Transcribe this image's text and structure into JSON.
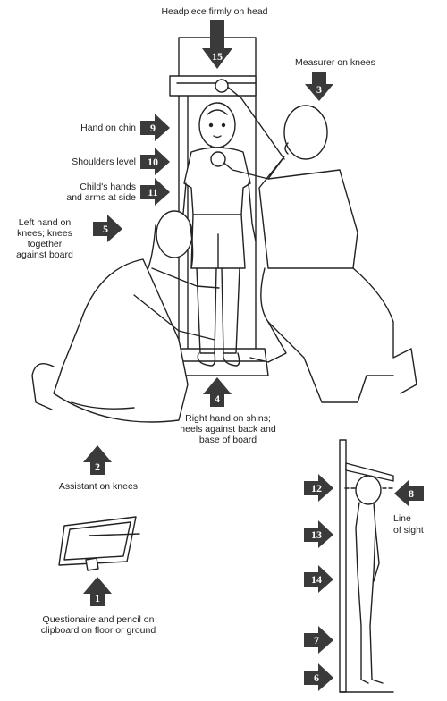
{
  "labels": {
    "headpiece": "Headpiece firmly on head",
    "measurer_knees": "Measurer on knees",
    "hand_chin": "Hand on chin",
    "shoulders": "Shoulders level",
    "hands_arms_1": "Child's hands",
    "hands_arms_2": "and arms at side",
    "left_hand_1": "Left hand on",
    "left_hand_2": "knees; knees",
    "left_hand_3": "together",
    "left_hand_4": "against board",
    "right_hand_1": "Right hand on shins;",
    "right_hand_2": "heels against back and",
    "right_hand_3": "base of board",
    "assistant": "Assistant on knees",
    "line_sight_1": "Line",
    "line_sight_2": "of sight",
    "questionnaire_1": "Questionaire and pencil on",
    "questionnaire_2": "clipboard on floor or ground"
  },
  "arrows": {
    "a15": "15",
    "a3": "3",
    "a9": "9",
    "a10": "10",
    "a11": "11",
    "a5": "5",
    "a4": "4",
    "a2": "2",
    "a1": "1",
    "a12": "12",
    "a8": "8",
    "a13": "13",
    "a14": "14",
    "a7": "7",
    "a6": "6"
  },
  "colors": {
    "arrow": "#3a3a3a",
    "line": "#222222"
  }
}
